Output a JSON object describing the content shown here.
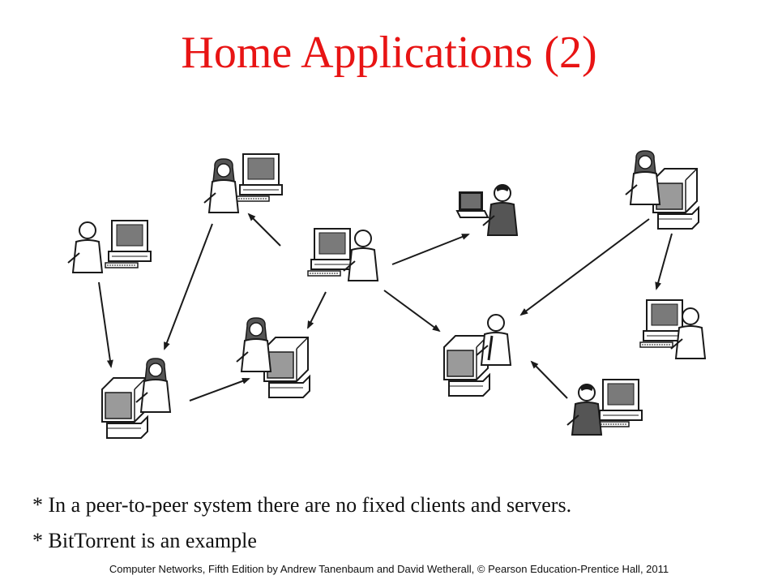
{
  "slide": {
    "title": "Home Applications (2)",
    "bullets": [
      "* In a peer-to-peer system there are no fixed clients and servers.",
      "* BitTorrent is an example"
    ],
    "footer": "Computer Networks, Fifth Edition by Andrew Tanenbaum and David Wetherall, © Pearson Education-Prentice Hall, 2011"
  },
  "colors": {
    "title": "#e81414",
    "text": "#111111",
    "screen": "#7a7a7a",
    "stroke": "#1a1a1a"
  },
  "diagram": {
    "nodes": [
      {
        "id": "peer-top-left-man",
        "kind": "user-at-desktop"
      },
      {
        "id": "peer-top-woman",
        "kind": "user-at-desktop"
      },
      {
        "id": "peer-center-man",
        "kind": "user-at-desktop"
      },
      {
        "id": "peer-laptop-man",
        "kind": "user-at-laptop"
      },
      {
        "id": "peer-top-right-woman",
        "kind": "user-at-desktop"
      },
      {
        "id": "peer-right-man",
        "kind": "user-at-desktop"
      },
      {
        "id": "peer-bottom-left-woman",
        "kind": "user-at-desktop"
      },
      {
        "id": "peer-mid-woman",
        "kind": "user-at-desktop"
      },
      {
        "id": "peer-center-bottom-man",
        "kind": "user-at-desktop"
      },
      {
        "id": "peer-bottom-right-man",
        "kind": "user-at-desktop"
      }
    ],
    "edges": [
      {
        "from": "peer-top-left-man",
        "to": "peer-bottom-left-woman"
      },
      {
        "from": "peer-top-woman",
        "to": "peer-bottom-left-woman"
      },
      {
        "from": "peer-center-man",
        "to": "peer-top-woman"
      },
      {
        "from": "peer-center-man",
        "to": "peer-laptop-man"
      },
      {
        "from": "peer-center-man",
        "to": "peer-mid-woman"
      },
      {
        "from": "peer-center-man",
        "to": "peer-center-bottom-man"
      },
      {
        "from": "peer-bottom-left-woman",
        "to": "peer-mid-woman"
      },
      {
        "from": "peer-top-right-woman",
        "to": "peer-center-bottom-man"
      },
      {
        "from": "peer-top-right-woman",
        "to": "peer-right-man"
      },
      {
        "from": "peer-bottom-right-man",
        "to": "peer-center-bottom-man"
      }
    ]
  }
}
